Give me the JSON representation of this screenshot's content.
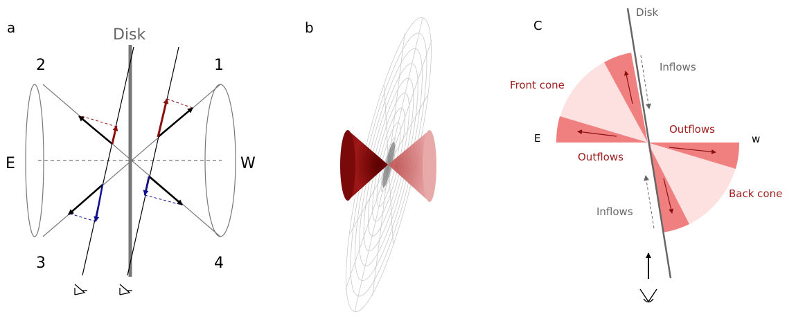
{
  "panel_a": {
    "panel_label": "a",
    "disk_label": "Disk",
    "cone_labels": [
      "1",
      "2",
      "3",
      "4"
    ],
    "axis_left": "E",
    "axis_right": "W"
  },
  "panel_b": {
    "panel_label": "b"
  },
  "panel_c": {
    "panel_label": "C",
    "disk_label": "Disk",
    "inflows_top": "Inflows",
    "inflows_bottom": "Inflows",
    "outflows_right": "Outflows",
    "outflows_left": "Outflows",
    "front_cone": "Front cone",
    "back_cone": "Back cone",
    "axis_left": "E",
    "axis_right": "w"
  },
  "colors": {
    "dark_red": "#8b1010",
    "dark_blue": "#101090",
    "cone_red": "#f08080",
    "cone_pink": "#fde0e0",
    "label_red": "#a02020",
    "gray": "#666666"
  }
}
